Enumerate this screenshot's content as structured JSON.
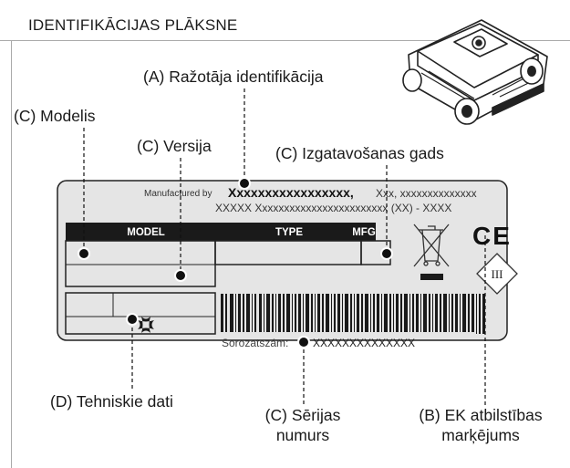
{
  "title": "IDENTIFIKĀCIJAS PLĀKSNE",
  "callouts": {
    "manufacturer_id": "(A) Ražotāja identifikācija",
    "model": "(C) Modelis",
    "version": "(C) Versija",
    "manufacture_year": "(C) Izgatavošanas gads",
    "technical_data": "(D) Tehniskie dati",
    "serial_number_line1": "(C) Sērijas",
    "serial_number_line2": "numurs",
    "ce_marking_line1": "(B) EK atbilstības",
    "ce_marking_line2": "marķējums"
  },
  "plate": {
    "manufactured_by": "Manufactured by",
    "manufacturer_name": "Xxxxxxxxxxxxxxxxx,",
    "address_line1_tail": "Xxx, xxxxxxxxxxxxxx",
    "address_line2": "XXXXX Xxxxxxxxxxxxxxxxxxxxxxxx (XX) - XXXX",
    "col_model": "MODEL",
    "col_type": "TYPE",
    "col_mfg": "MFG",
    "serial_label": "Sorozatszám:",
    "serial_value": "XXXXXXXXXXXXXX",
    "class_mark": "III",
    "ce_mark": "CE"
  }
}
